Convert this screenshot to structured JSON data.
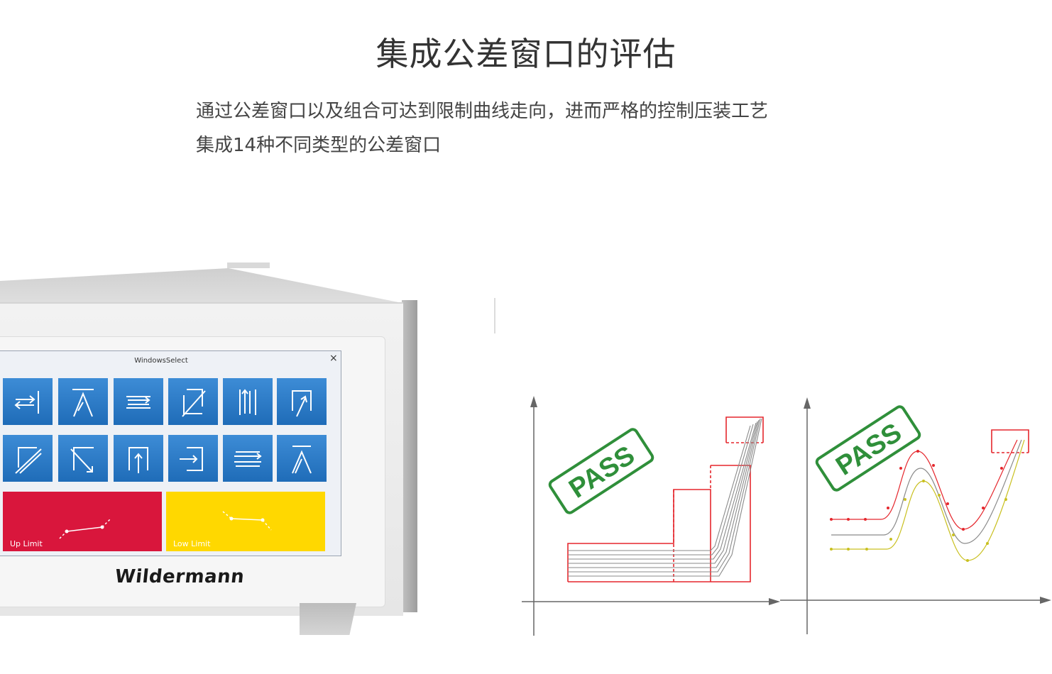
{
  "heading": {
    "title": "集成公差窗口的评估",
    "line1": "通过公差窗口以及组合可达到限制曲线走向，进而严格的控制压装工艺",
    "line2": "集成14种不同类型的公差窗口"
  },
  "device": {
    "brand": "Wildermann",
    "screen": {
      "title": "WindowsSelect",
      "close_glyph": "×",
      "tiles_row1": [
        "window-pass-through-right-icon",
        "window-pass-through-top-icon",
        "window-horizontal-double-icon",
        "window-diagonal-icon",
        "window-vertical-double-icon",
        "window-enter-bottom-icon"
      ],
      "tiles_row2": [
        "window-diagonal-down-icon",
        "window-exit-corner-icon",
        "window-enter-up-icon",
        "window-enter-left-icon",
        "window-horizontal-crossing-icon",
        "window-peak-icon"
      ],
      "up_limit_label": "Up Limit",
      "low_limit_label": "Low Limit",
      "colors": {
        "tile": "#2a7bc8",
        "up_limit": "#d9163c",
        "low_limit": "#ffd800"
      }
    }
  },
  "charts": {
    "left_stamp": "PASS",
    "right_stamp": "PASS",
    "colors": {
      "stamp": "#2f8f3a",
      "window": "#e5272d",
      "curve": "#8a8a8a",
      "lower_band": "#c9c020"
    }
  }
}
